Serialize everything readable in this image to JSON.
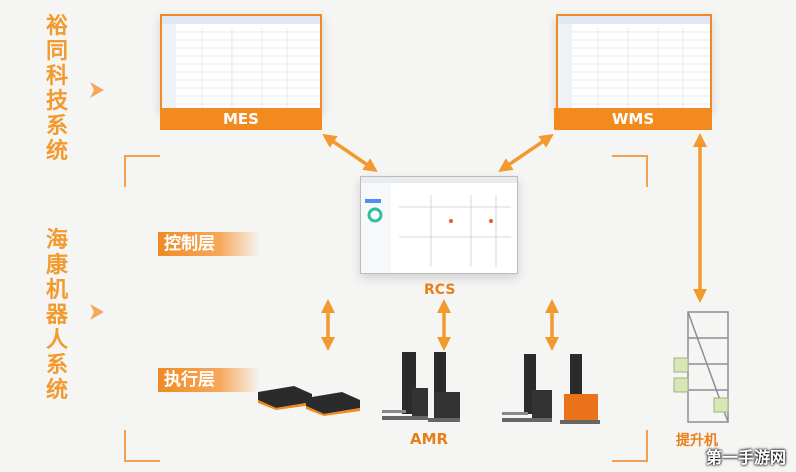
{
  "side_labels": {
    "top": "裕同科技系统",
    "bottom": "海康机器人系统"
  },
  "systems": {
    "mes": {
      "label": "MES"
    },
    "wms": {
      "label": "WMS"
    },
    "rcs": {
      "label": "RCS"
    }
  },
  "layers": {
    "control": "控制层",
    "execution": "执行层"
  },
  "devices": {
    "amr": "AMR",
    "lift": "提升机"
  },
  "watermark": "第一手游网",
  "colors": {
    "accent": "#f28a1e",
    "arrow": "#f39a2e",
    "frame": "#f5a04a"
  }
}
